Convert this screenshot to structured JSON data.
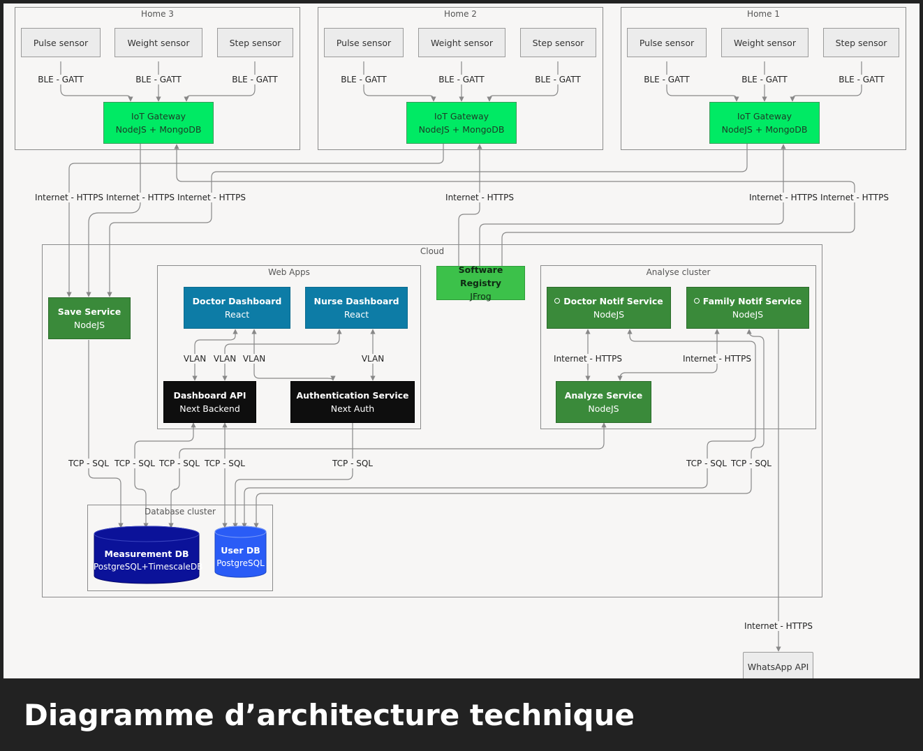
{
  "caption": "Diagramme d’architecture technique",
  "homes": [
    {
      "title": "Home 3",
      "sensors": [
        "Pulse sensor",
        "Weight sensor",
        "Step sensor"
      ],
      "gateway": {
        "title": "IoT Gateway",
        "subtitle": "NodeJS + MongoDB"
      }
    },
    {
      "title": "Home 2",
      "sensors": [
        "Pulse sensor",
        "Weight sensor",
        "Step sensor"
      ],
      "gateway": {
        "title": "IoT Gateway",
        "subtitle": "NodeJS + MongoDB"
      }
    },
    {
      "title": "Home 1",
      "sensors": [
        "Pulse sensor",
        "Weight sensor",
        "Step sensor"
      ],
      "gateway": {
        "title": "IoT Gateway",
        "subtitle": "NodeJS + MongoDB"
      }
    }
  ],
  "link_labels": {
    "ble": "BLE - GATT",
    "https": "Internet - HTTPS",
    "vlan": "VLAN",
    "sql": "TCP - SQL"
  },
  "cloud": {
    "title": "Cloud",
    "save_service": {
      "title": "Save Service",
      "subtitle": "NodeJS"
    },
    "software_registry": {
      "title": "Software Registry",
      "subtitle": "JFrog"
    },
    "web_apps": {
      "title": "Web Apps",
      "doctor_dashboard": {
        "title": "Doctor Dashboard",
        "subtitle": "React"
      },
      "nurse_dashboard": {
        "title": "Nurse Dashboard",
        "subtitle": "React"
      },
      "dashboard_api": {
        "title": "Dashboard API",
        "subtitle": "Next Backend"
      },
      "auth_service": {
        "title": "Authentication Service",
        "subtitle": "Next Auth"
      }
    },
    "analyse_cluster": {
      "title": "Analyse cluster",
      "doctor_notif": {
        "title": "Doctor Notif Service",
        "subtitle": "NodeJS"
      },
      "family_notif": {
        "title": "Family Notif Service",
        "subtitle": "NodeJS"
      },
      "analyze_service": {
        "title": "Analyze Service",
        "subtitle": "NodeJS"
      }
    },
    "database_cluster": {
      "title": "Database cluster",
      "measurement_db": {
        "title": "Measurement DB",
        "subtitle": "PostgreSQL+TimescaleDB"
      },
      "user_db": {
        "title": "User DB",
        "subtitle": "PostgreSQL"
      }
    }
  },
  "whatsapp_api": "WhatsApp API",
  "colors": {
    "gateway": "#00ea64",
    "service_green": "#3a8a3a",
    "dashboard_blue": "#0d7ca6",
    "backend_black": "#0e0e0e",
    "registry_green": "#3cc14a",
    "measurement_db": "#0b1299",
    "user_db": "#2a5cf6",
    "edge": "#888888"
  }
}
